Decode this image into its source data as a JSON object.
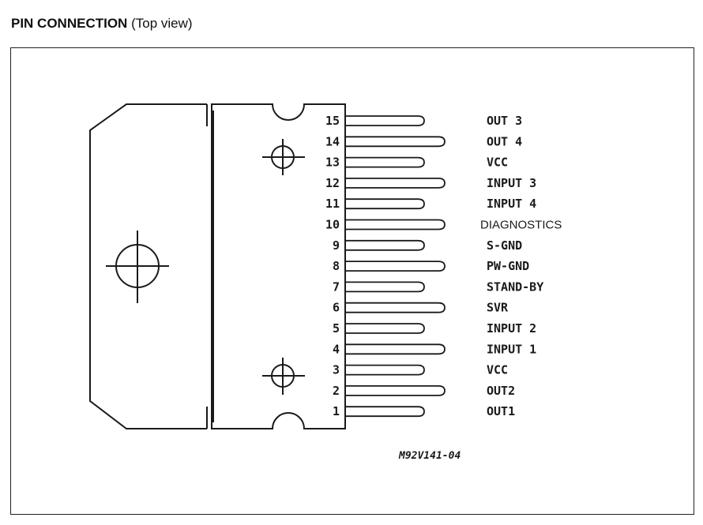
{
  "heading": {
    "title": "PIN CONNECTION",
    "subtitle": "(Top view)"
  },
  "pins": [
    {
      "number": "15",
      "label": "OUT 3"
    },
    {
      "number": "14",
      "label": "OUT 4"
    },
    {
      "number": "13",
      "label": "VCC"
    },
    {
      "number": "12",
      "label": "INPUT 3"
    },
    {
      "number": "11",
      "label": "INPUT 4"
    },
    {
      "number": "10",
      "label": "DIAGNOSTICS"
    },
    {
      "number": "9",
      "label": "S-GND"
    },
    {
      "number": "8",
      "label": "PW-GND"
    },
    {
      "number": "7",
      "label": "STAND-BY"
    },
    {
      "number": "6",
      "label": "SVR"
    },
    {
      "number": "5",
      "label": "INPUT 2"
    },
    {
      "number": "4",
      "label": "INPUT 1"
    },
    {
      "number": "3",
      "label": "VCC"
    },
    {
      "number": "2",
      "label": "OUT2"
    },
    {
      "number": "1",
      "label": "OUT1"
    }
  ],
  "diagram_code": "M92V141-04"
}
